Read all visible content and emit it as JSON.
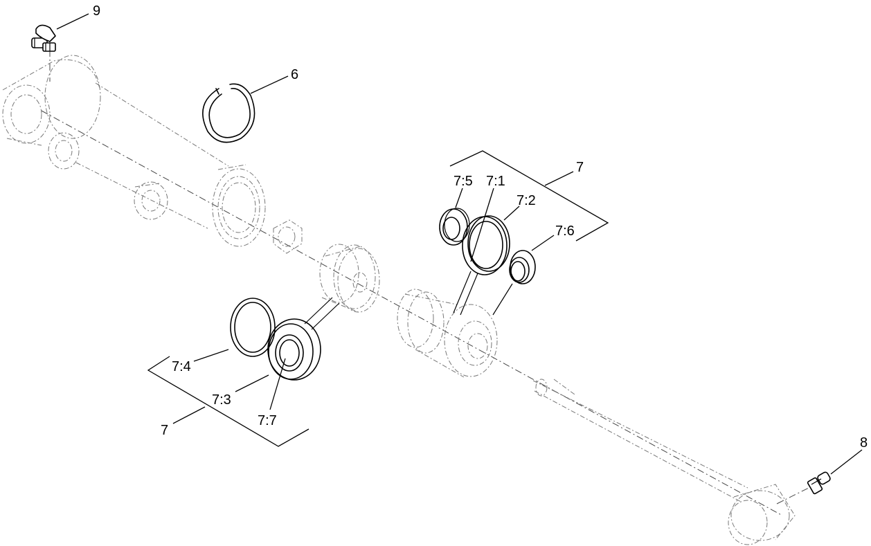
{
  "callouts": {
    "c9": "9",
    "c6": "6",
    "c7_top": "7",
    "c7_5": "7:5",
    "c7_1": "7:1",
    "c7_2": "7:2",
    "c7_6": "7:6",
    "c7_4": "7:4",
    "c7_3": "7:3",
    "c7_7": "7:7",
    "c7_bottom": "7",
    "c8": "8"
  }
}
